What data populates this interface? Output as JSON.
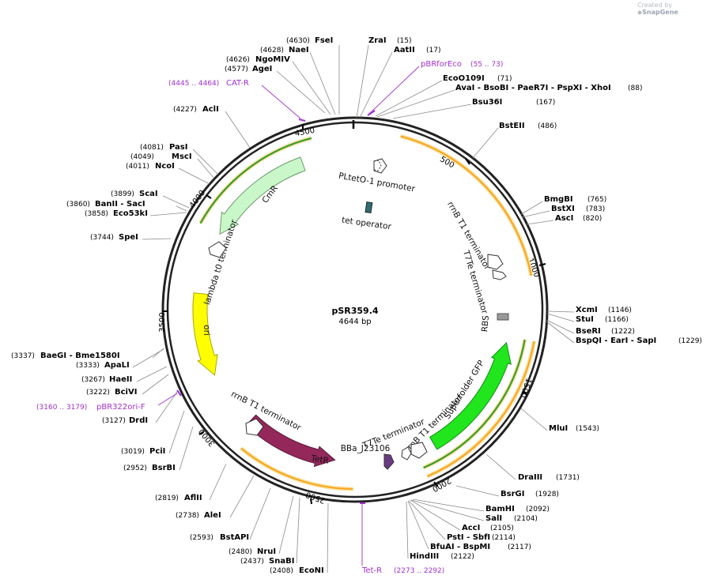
{
  "watermark": {
    "prefix": "Created by",
    "brand": "SnapGene"
  },
  "plasmid": {
    "name": "pSR359.4",
    "length_label": "4644 bp",
    "length": 4644
  },
  "ticks": [
    "500",
    "1000",
    "1500",
    "2000",
    "2500",
    "3000",
    "3500",
    "4000",
    "4500"
  ],
  "enzymes": [
    {
      "text": "FseI",
      "pos": "(4630)"
    },
    {
      "text": "ZraI",
      "pos": "(15)"
    },
    {
      "text": "NaeI",
      "pos": "(4628)"
    },
    {
      "text": "AatII",
      "pos": "(17)"
    },
    {
      "text": "NgoMIV",
      "pos": "(4626)"
    },
    {
      "text": "AgeI",
      "pos": "(4577)"
    },
    {
      "text": "EcoO109I",
      "pos": "(71)"
    },
    {
      "text": "AvaI  - BsoBI  - PaeR7I  - PspXI  - XhoI",
      "pos": "(88)"
    },
    {
      "text": "Bsu36I",
      "pos": "(167)"
    },
    {
      "text": "AclI",
      "pos": "(4227)"
    },
    {
      "text": "BstEII",
      "pos": "(486)"
    },
    {
      "text": "PasI",
      "pos": "(4081)"
    },
    {
      "text": "MscI",
      "pos": "(4049)"
    },
    {
      "text": "NcoI",
      "pos": "(4011)"
    },
    {
      "text": "ScaI",
      "pos": "(3899)"
    },
    {
      "text": "BanII  - SacI",
      "pos": "(3860)"
    },
    {
      "text": "Eco53kI",
      "pos": "(3858)"
    },
    {
      "text": "BmgBI",
      "pos": "(765)"
    },
    {
      "text": "BstXI",
      "pos": "(783)"
    },
    {
      "text": "AscI",
      "pos": "(820)"
    },
    {
      "text": "SpeI",
      "pos": "(3744)"
    },
    {
      "text": "XcmI",
      "pos": "(1146)"
    },
    {
      "text": "StuI",
      "pos": "(1166)"
    },
    {
      "text": "BseRI",
      "pos": "(1222)"
    },
    {
      "text": "BspQI  - EarI  - SapI",
      "pos": "(1229)"
    },
    {
      "text": "BaeGI  - Bme1580I",
      "pos": "(3337)"
    },
    {
      "text": "ApaLI",
      "pos": "(3333)"
    },
    {
      "text": "HaeII",
      "pos": "(3267)"
    },
    {
      "text": "BciVI",
      "pos": "(3222)"
    },
    {
      "text": "DrdI",
      "pos": "(3127)"
    },
    {
      "text": "MluI",
      "pos": "(1543)"
    },
    {
      "text": "PciI",
      "pos": "(3019)"
    },
    {
      "text": "BsrBI",
      "pos": "(2952)"
    },
    {
      "text": "DraIII",
      "pos": "(1731)"
    },
    {
      "text": "BsrGI",
      "pos": "(1928)"
    },
    {
      "text": "AflII",
      "pos": "(2819)"
    },
    {
      "text": "BamHI",
      "pos": "(2092)"
    },
    {
      "text": "SalI",
      "pos": "(2104)"
    },
    {
      "text": "AleI",
      "pos": "(2738)"
    },
    {
      "text": "AccI",
      "pos": "(2105)"
    },
    {
      "text": "PstI  - SbfI",
      "pos": "(2114)"
    },
    {
      "text": "BstAPI",
      "pos": "(2593)"
    },
    {
      "text": "BfuAI  - BspMI",
      "pos": "(2117)"
    },
    {
      "text": "NruI",
      "pos": "(2480)"
    },
    {
      "text": "HindIII",
      "pos": "(2122)"
    },
    {
      "text": "SnaBI",
      "pos": "(2437)"
    },
    {
      "text": "EcoNI",
      "pos": "(2408)"
    }
  ],
  "primers": [
    {
      "name": "pBRforEco",
      "range": "(55 .. 73)"
    },
    {
      "name": "CAT-R",
      "range": "(4445 .. 4464)"
    },
    {
      "name": "pBR322ori-F",
      "range": "(3160 .. 3179)"
    },
    {
      "name": "Tet-R",
      "range": "(2273 .. 2292)"
    }
  ],
  "features": [
    {
      "name": "CmR",
      "color": "#c9f7c9",
      "kind": "cds"
    },
    {
      "name": "ori",
      "color": "#ffff00",
      "kind": "ori"
    },
    {
      "name": "TetR",
      "color": "#94285b",
      "kind": "cds"
    },
    {
      "name": "Superfolder GFP",
      "color": "#21e61e",
      "kind": "cds"
    },
    {
      "name": "PLtetO-1 promoter",
      "color": "#ffffff",
      "kind": "promoter"
    },
    {
      "name": "tet operator",
      "color": "#2f6e74",
      "kind": "misc"
    },
    {
      "name": "rrnB T1 terminator",
      "color": "#ffffff",
      "kind": "terminator"
    },
    {
      "name": "T7Te terminator",
      "color": "#ffffff",
      "kind": "terminator"
    },
    {
      "name": "lambda t0 terminator",
      "color": "#ffffff",
      "kind": "terminator"
    },
    {
      "name": "RBS",
      "color": "#999999",
      "kind": "rbs"
    },
    {
      "name": "rrnB T1 terminator",
      "color": "#ffffff",
      "kind": "terminator"
    },
    {
      "name": "T7Te terminator",
      "color": "#ffffff",
      "kind": "terminator"
    },
    {
      "name": "BBa_J23106",
      "color": "#6a3b82",
      "kind": "promoter"
    },
    {
      "name": "rrnB T1 terminator",
      "color": "#ffffff",
      "kind": "terminator"
    }
  ],
  "colors": {
    "enzyme": "#000000",
    "primer": "#a12fd0",
    "orf": "#f7a823",
    "backbone": "#222222"
  }
}
